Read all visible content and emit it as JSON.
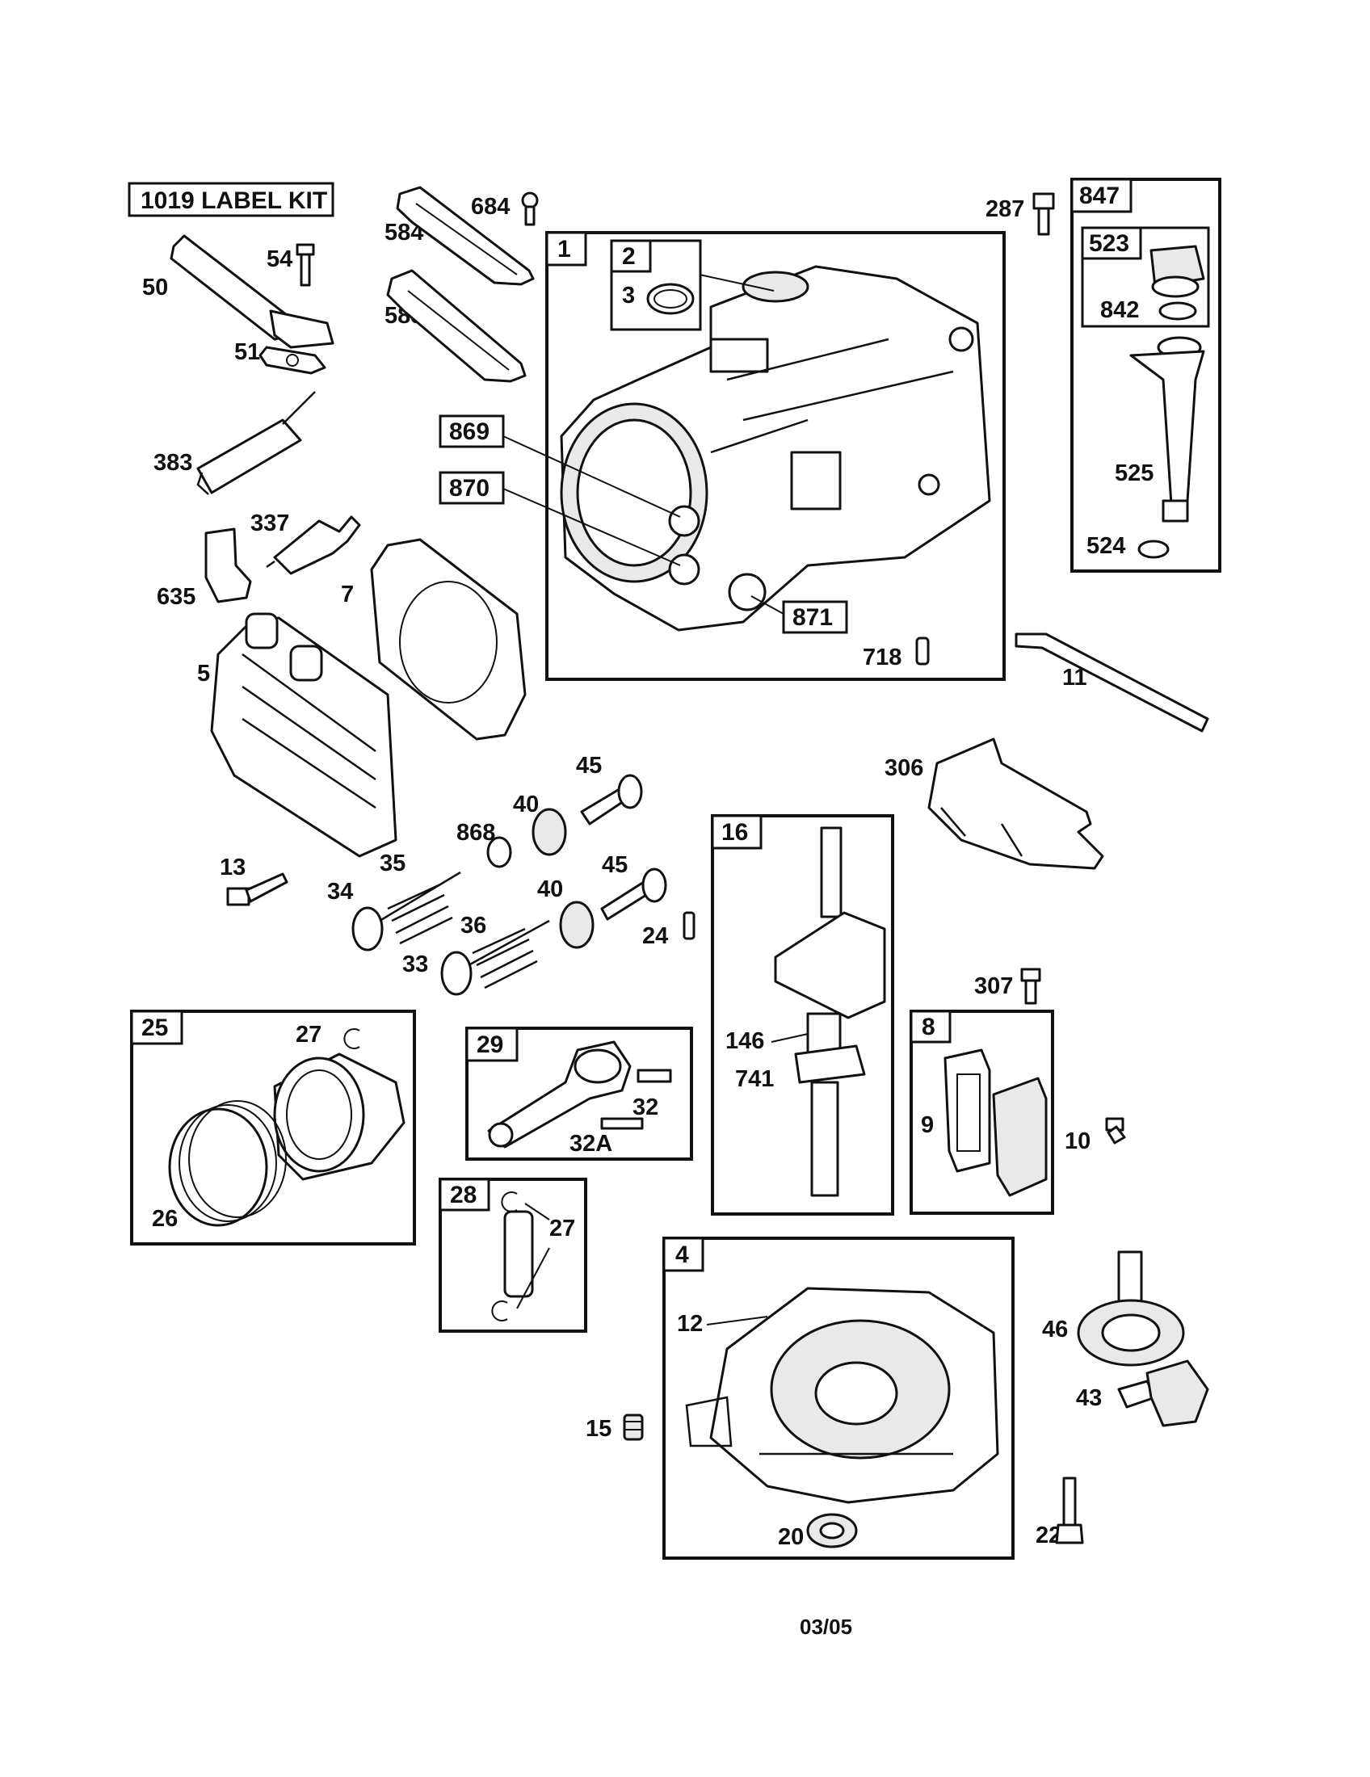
{
  "label_kit": "1019 LABEL KIT",
  "footer": "03/05",
  "callouts": {
    "c684": "684",
    "c584": "584",
    "c585": "585",
    "c54": "54",
    "c50": "50",
    "c51": "51",
    "c383": "383",
    "c337": "337",
    "c635": "635",
    "c7": "7",
    "c5": "5",
    "c13": "13",
    "c3": "3",
    "c869": "869",
    "c870": "870",
    "c871": "871",
    "c718": "718",
    "c287": "287",
    "c842": "842",
    "c525": "525",
    "c524": "524",
    "c11": "11",
    "c306": "306",
    "c307": "307",
    "c45a": "45",
    "c45b": "45",
    "c40a": "40",
    "c40b": "40",
    "c868": "868",
    "c35": "35",
    "c34": "34",
    "c36": "36",
    "c33": "33",
    "c24": "24",
    "c27a": "27",
    "c26": "26",
    "c32": "32",
    "c32a": "32A",
    "c27b": "27",
    "c146": "146",
    "c741": "741",
    "c9": "9",
    "c10": "10",
    "c12": "12",
    "c15": "15",
    "c20": "20",
    "c46": "46",
    "c43": "43",
    "c22": "22"
  },
  "boxes": {
    "b1": "1",
    "b2": "2",
    "b847": "847",
    "b523": "523",
    "b16": "16",
    "b8": "8",
    "b25": "25",
    "b29": "29",
    "b28": "28",
    "b4": "4"
  }
}
